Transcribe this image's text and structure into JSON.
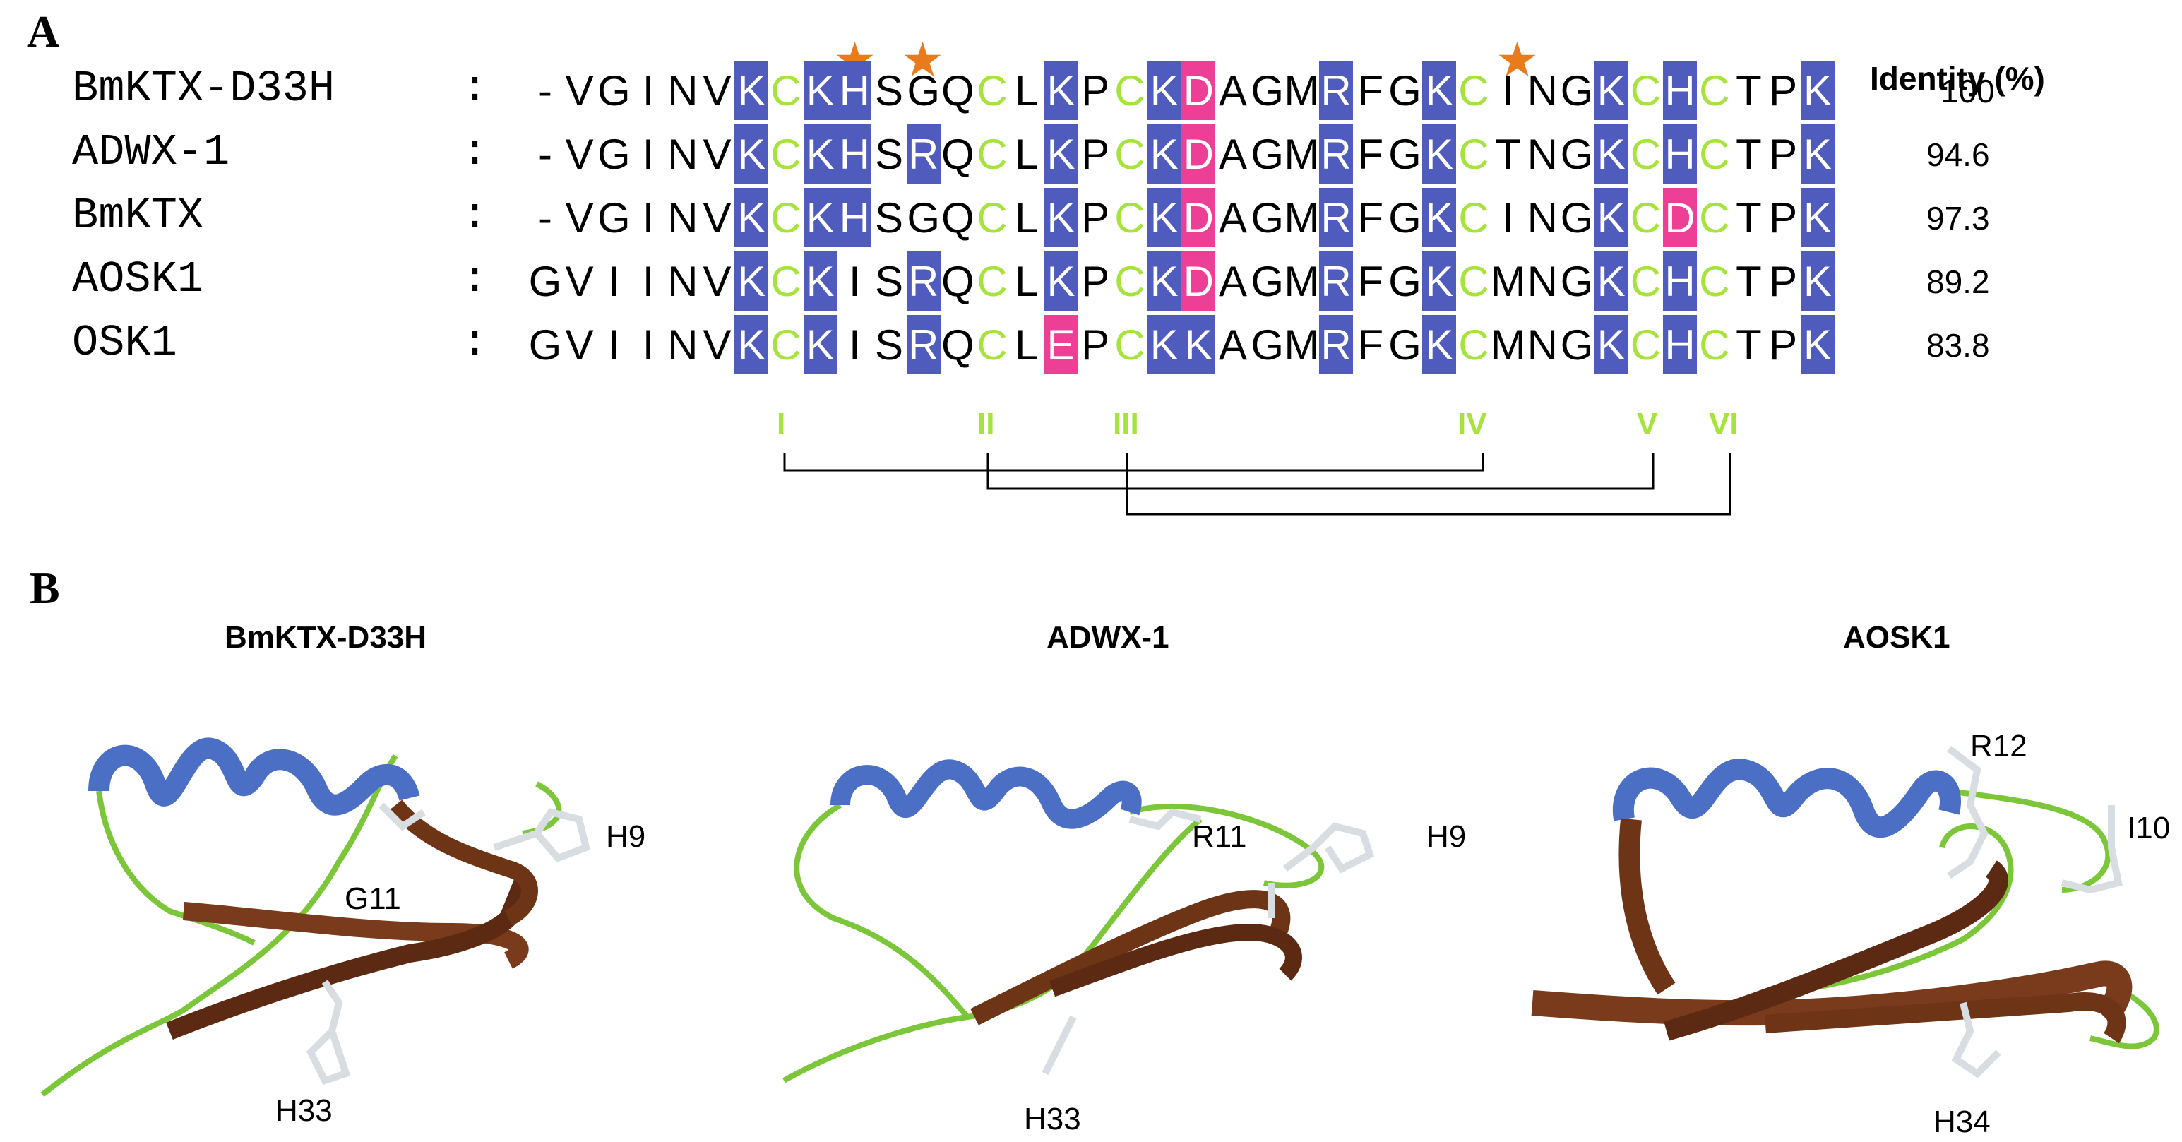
{
  "panel_a": {
    "letter": "A"
  },
  "panel_b": {
    "letter": "B"
  },
  "identity_header": "Identity (%)",
  "colon": ":",
  "stars": [
    "★",
    "★",
    "★"
  ],
  "sequences": [
    {
      "name": "BmKTX-D33H",
      "seq": "-VGINVKCKHSGQCLKPCKDAGMRFGKCINGKCHCTPK",
      "k": [
        6,
        8,
        9,
        15,
        18,
        23,
        26,
        31,
        33,
        37
      ],
      "d": [
        19
      ],
      "identity": "100"
    },
    {
      "name": "ADWX-1",
      "seq": "-VGINVKCKHSRQCLKPCKDAGMRFGKCTNGKCHCTPK",
      "k": [
        6,
        8,
        9,
        11,
        15,
        18,
        23,
        26,
        31,
        33,
        37
      ],
      "d": [
        19
      ],
      "identity": "94.6"
    },
    {
      "name": "BmKTX",
      "seq": "-VGINVKCKHSGQCLKPCKDAGMRFGKCINGKCDCTPK",
      "k": [
        6,
        8,
        9,
        15,
        18,
        23,
        26,
        31,
        37
      ],
      "d": [
        19,
        33
      ],
      "identity": "97.3"
    },
    {
      "name": "AOSK1",
      "seq": "GVIINVKCKISRQCLKPCKDAGMRFGKCMNGKCHCTPK",
      "k": [
        6,
        8,
        11,
        15,
        18,
        23,
        26,
        31,
        33,
        37
      ],
      "d": [
        19
      ],
      "identity": "89.2"
    },
    {
      "name": "OSK1",
      "seq": "GVIINVKCKISRQCLEPCKKAGMRFGKCMNGKCHCTPK",
      "k": [
        6,
        8,
        11,
        18,
        19,
        23,
        26,
        31,
        33,
        37
      ],
      "d": [
        15
      ],
      "identity": "83.8"
    }
  ],
  "cysteine_labels": [
    "I",
    "II",
    "III",
    "IV",
    "V",
    "VI"
  ],
  "structures": [
    {
      "title": "BmKTX-D33H",
      "labels": [
        "H9",
        "G11",
        "H33"
      ]
    },
    {
      "title": "ADWX-1",
      "labels": [
        "R11",
        "H9",
        "H33"
      ]
    },
    {
      "title": "AOSK1",
      "labels": [
        "R12",
        "I10",
        "H34"
      ]
    }
  ],
  "colors": {
    "lysine_box": "#4f5bbd",
    "acidic_box": "#ee3f97",
    "cysteine_text": "#a6e33c",
    "star": "#e97b1c",
    "helix": "#4a6fc4",
    "strand": "#7a3a1c",
    "loop": "#7cc63a"
  }
}
